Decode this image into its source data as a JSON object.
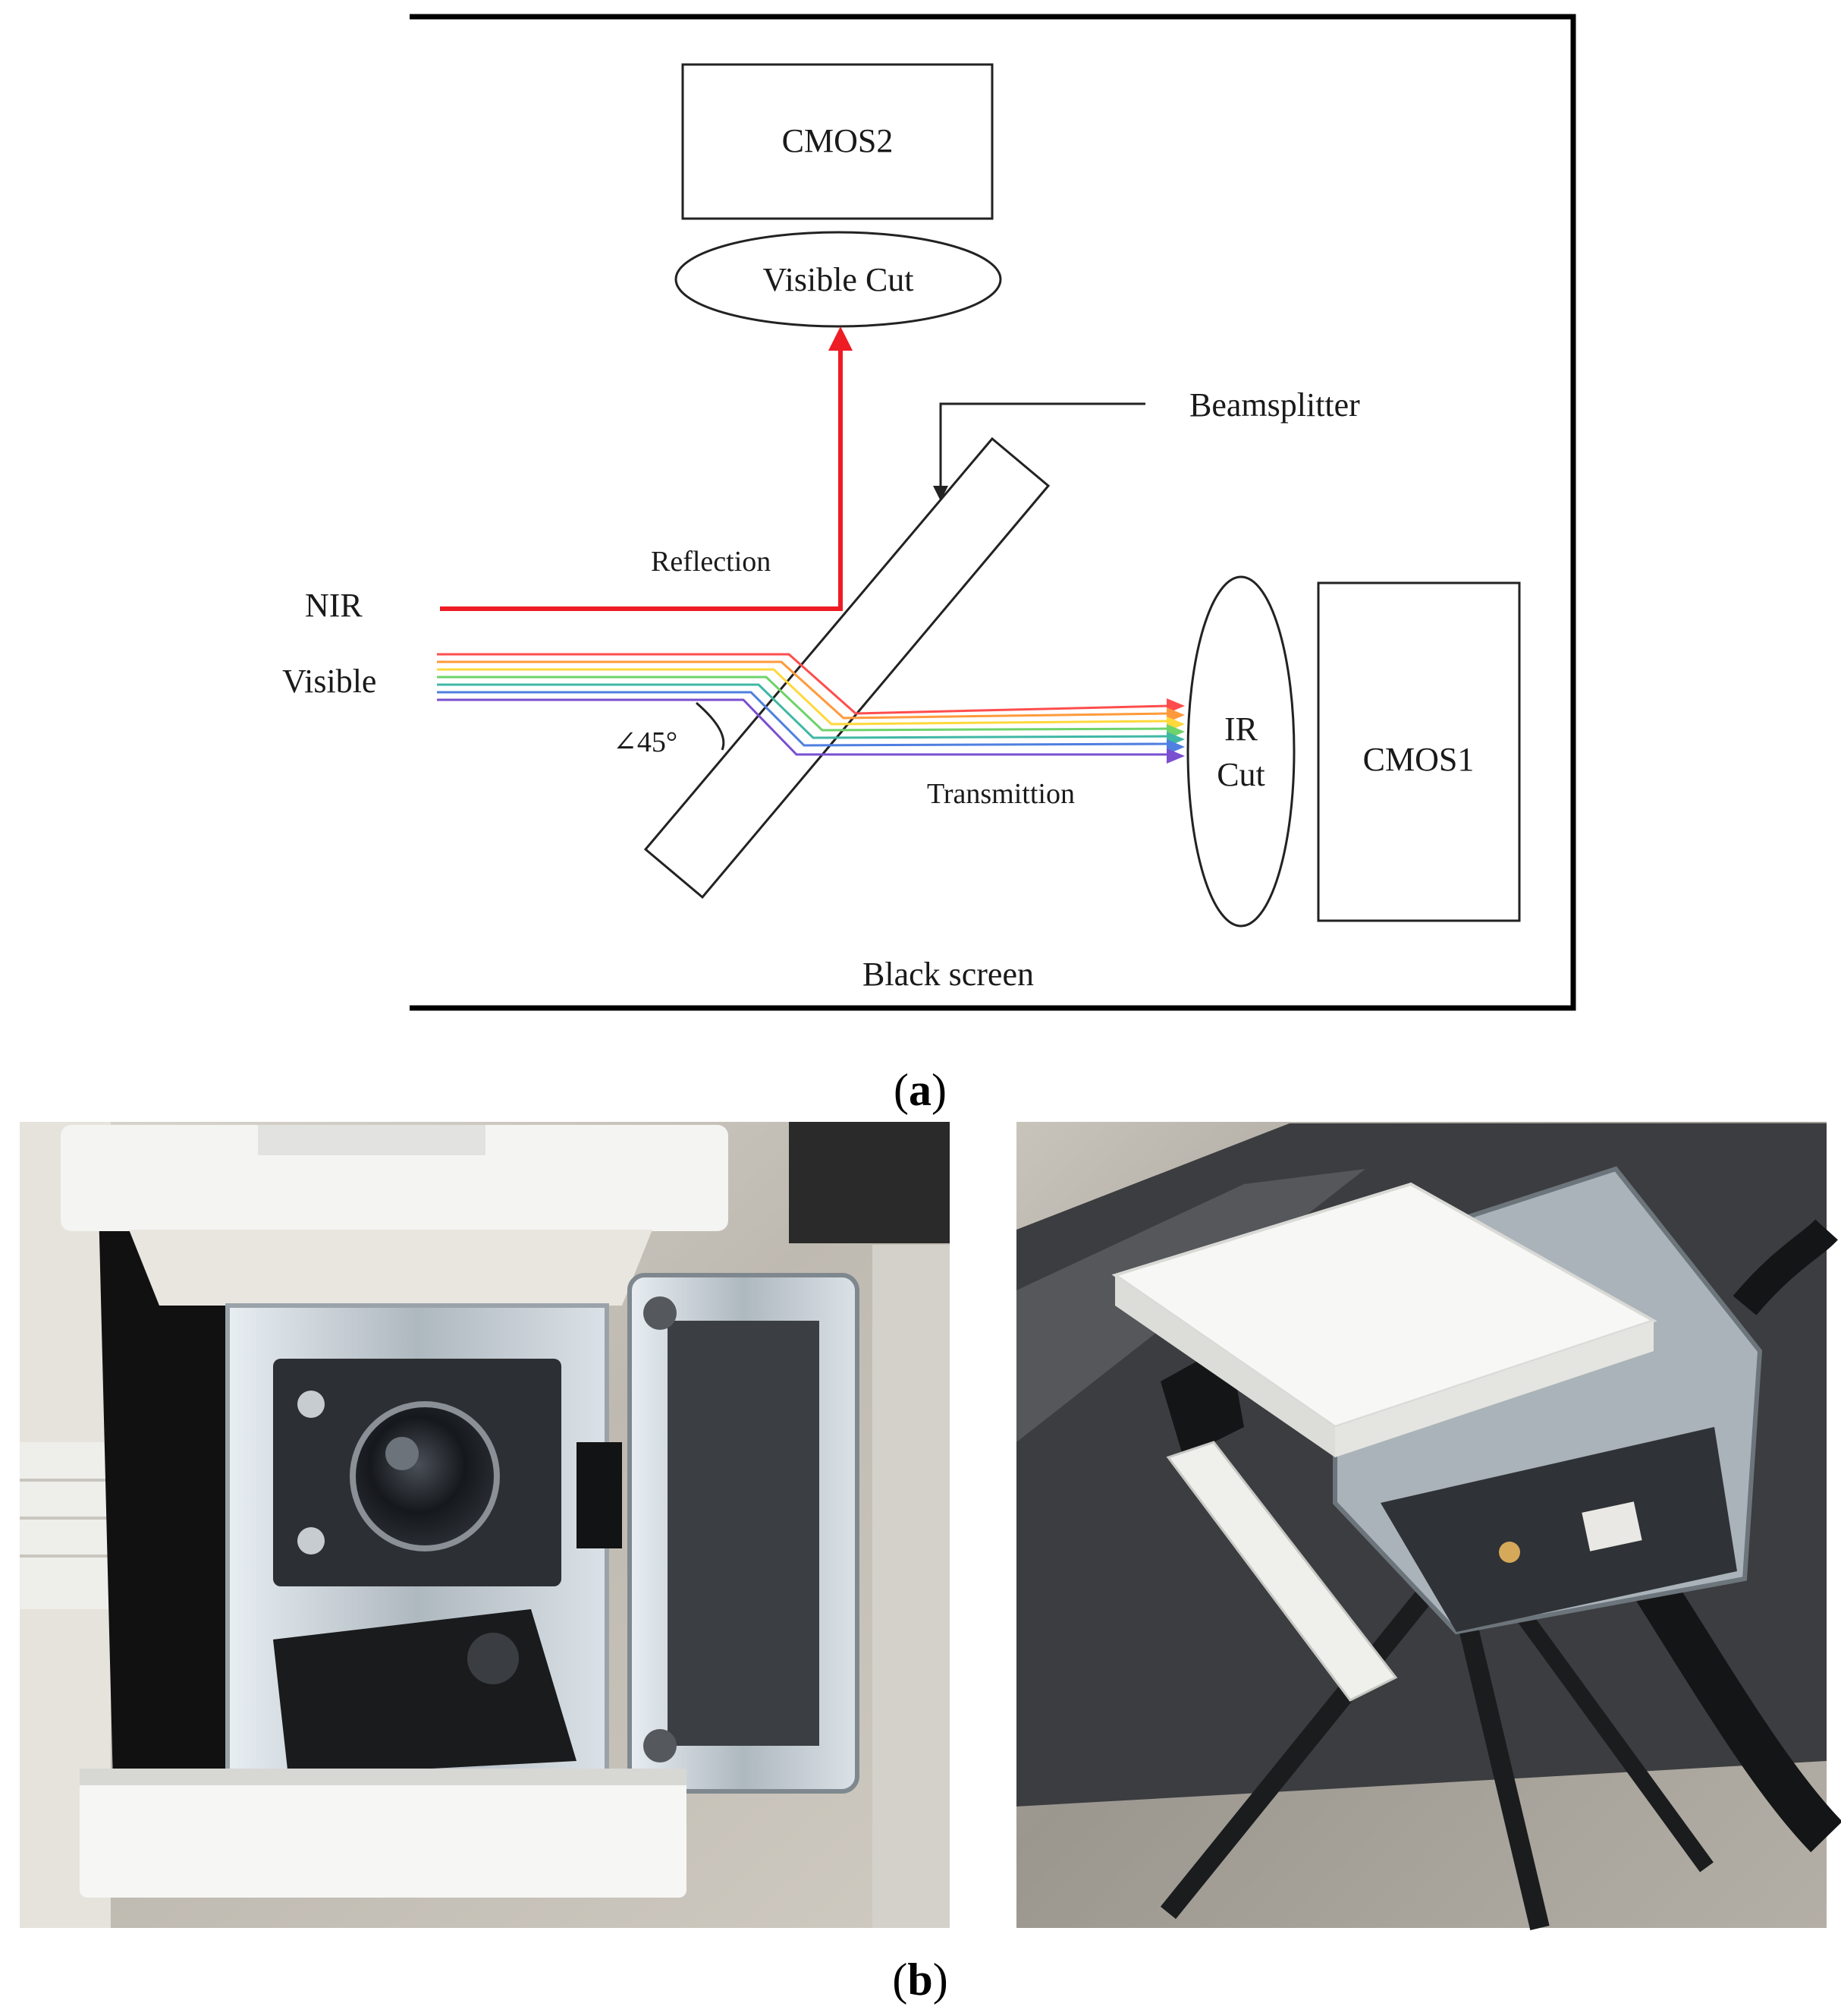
{
  "diagram": {
    "cmos2_label": "CMOS2",
    "visible_cut_label": "Visible Cut",
    "beamsplitter_label": "Beamsplitter",
    "reflection_label": "Reflection",
    "nir_label": "NIR",
    "visible_label": "Visible",
    "angle_label": "∠45°",
    "transmission_label": "Transmittion",
    "ir_cut_line1": "IR",
    "ir_cut_line2": "Cut",
    "cmos1_label": "CMOS1",
    "black_screen_label": "Black screen",
    "colors": {
      "nir": "#ee1c25",
      "visible_spectrum": [
        "#ff4d4d",
        "#ff9a3c",
        "#ffd83c",
        "#6ed36a",
        "#3fb8a6",
        "#4f7fe0",
        "#7a4fd0"
      ]
    }
  },
  "captions": {
    "a_open": "(",
    "a_letter": "a",
    "a_close": ")",
    "b_open": "(",
    "b_letter": "b",
    "b_close": ")"
  },
  "photos": {
    "left": "photo of assembled camera module, front view",
    "right": "photo of assembled camera module on tripod, angled view"
  }
}
